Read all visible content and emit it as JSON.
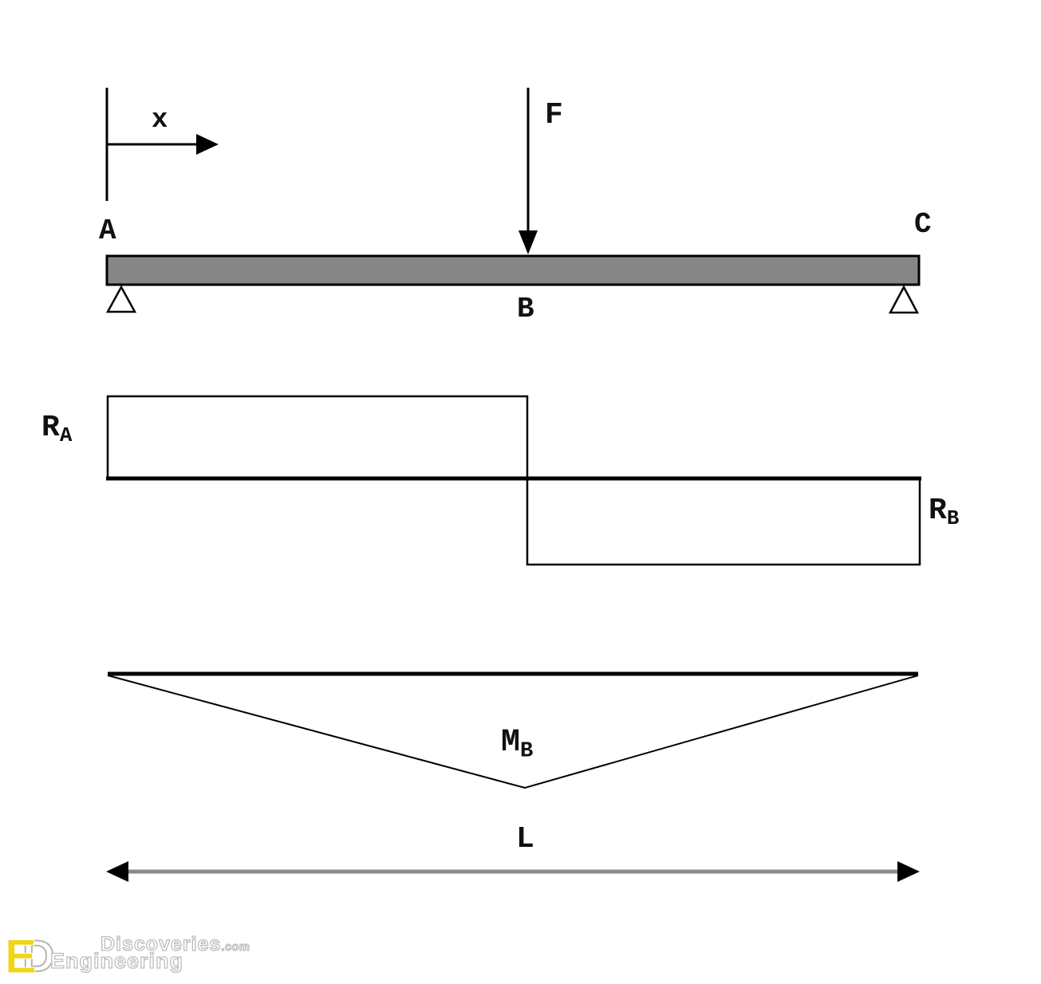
{
  "axis": {
    "x_label": "x"
  },
  "load": {
    "label": "F"
  },
  "beam": {
    "label_a": "A",
    "label_b": "B",
    "label_c": "C"
  },
  "shear": {
    "left": {
      "main": "R",
      "sub": "A"
    },
    "right": {
      "main": "R",
      "sub": "B"
    }
  },
  "moment": {
    "main": "M",
    "sub": "B"
  },
  "dimension": {
    "label": "L"
  },
  "watermark": {
    "icon": {
      "e": "E",
      "d": "D"
    },
    "brand_top": "Discoveries",
    "brand_top_suffix": ".com",
    "brand_bottom": "Engineering"
  },
  "colors": {
    "ink": "#000000",
    "beam_fill": "#868686",
    "dim_line": "#8a8a8a",
    "support_fill": "#ffffff",
    "logo_yellow": "#F1D517",
    "logo_outline": "#bdbdbd"
  }
}
